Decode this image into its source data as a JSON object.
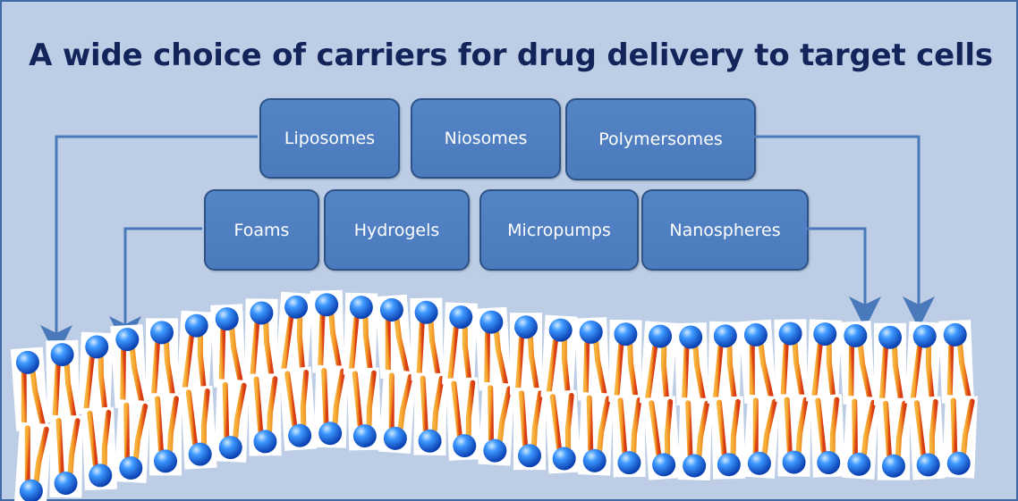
{
  "title": "A wide choice of carriers for drug delivery to target cells",
  "carriers_row1": [
    "Liposomes",
    "Niosomes",
    "Polymersomes"
  ],
  "carriers_row2": [
    "Foams",
    "Hydrogels",
    "Micropumps",
    "Nanospheres"
  ],
  "colors": {
    "background": "#bccde5",
    "box_fill": "#4f80c1",
    "box_border": "#2c5288",
    "title": "#13245a",
    "arrow": "#4a79bb",
    "lipid_head": "#1e6fe0",
    "lipid_tail": "#f0a020"
  },
  "membrane": {
    "description_icon": "lipid-bilayer-illustration"
  }
}
